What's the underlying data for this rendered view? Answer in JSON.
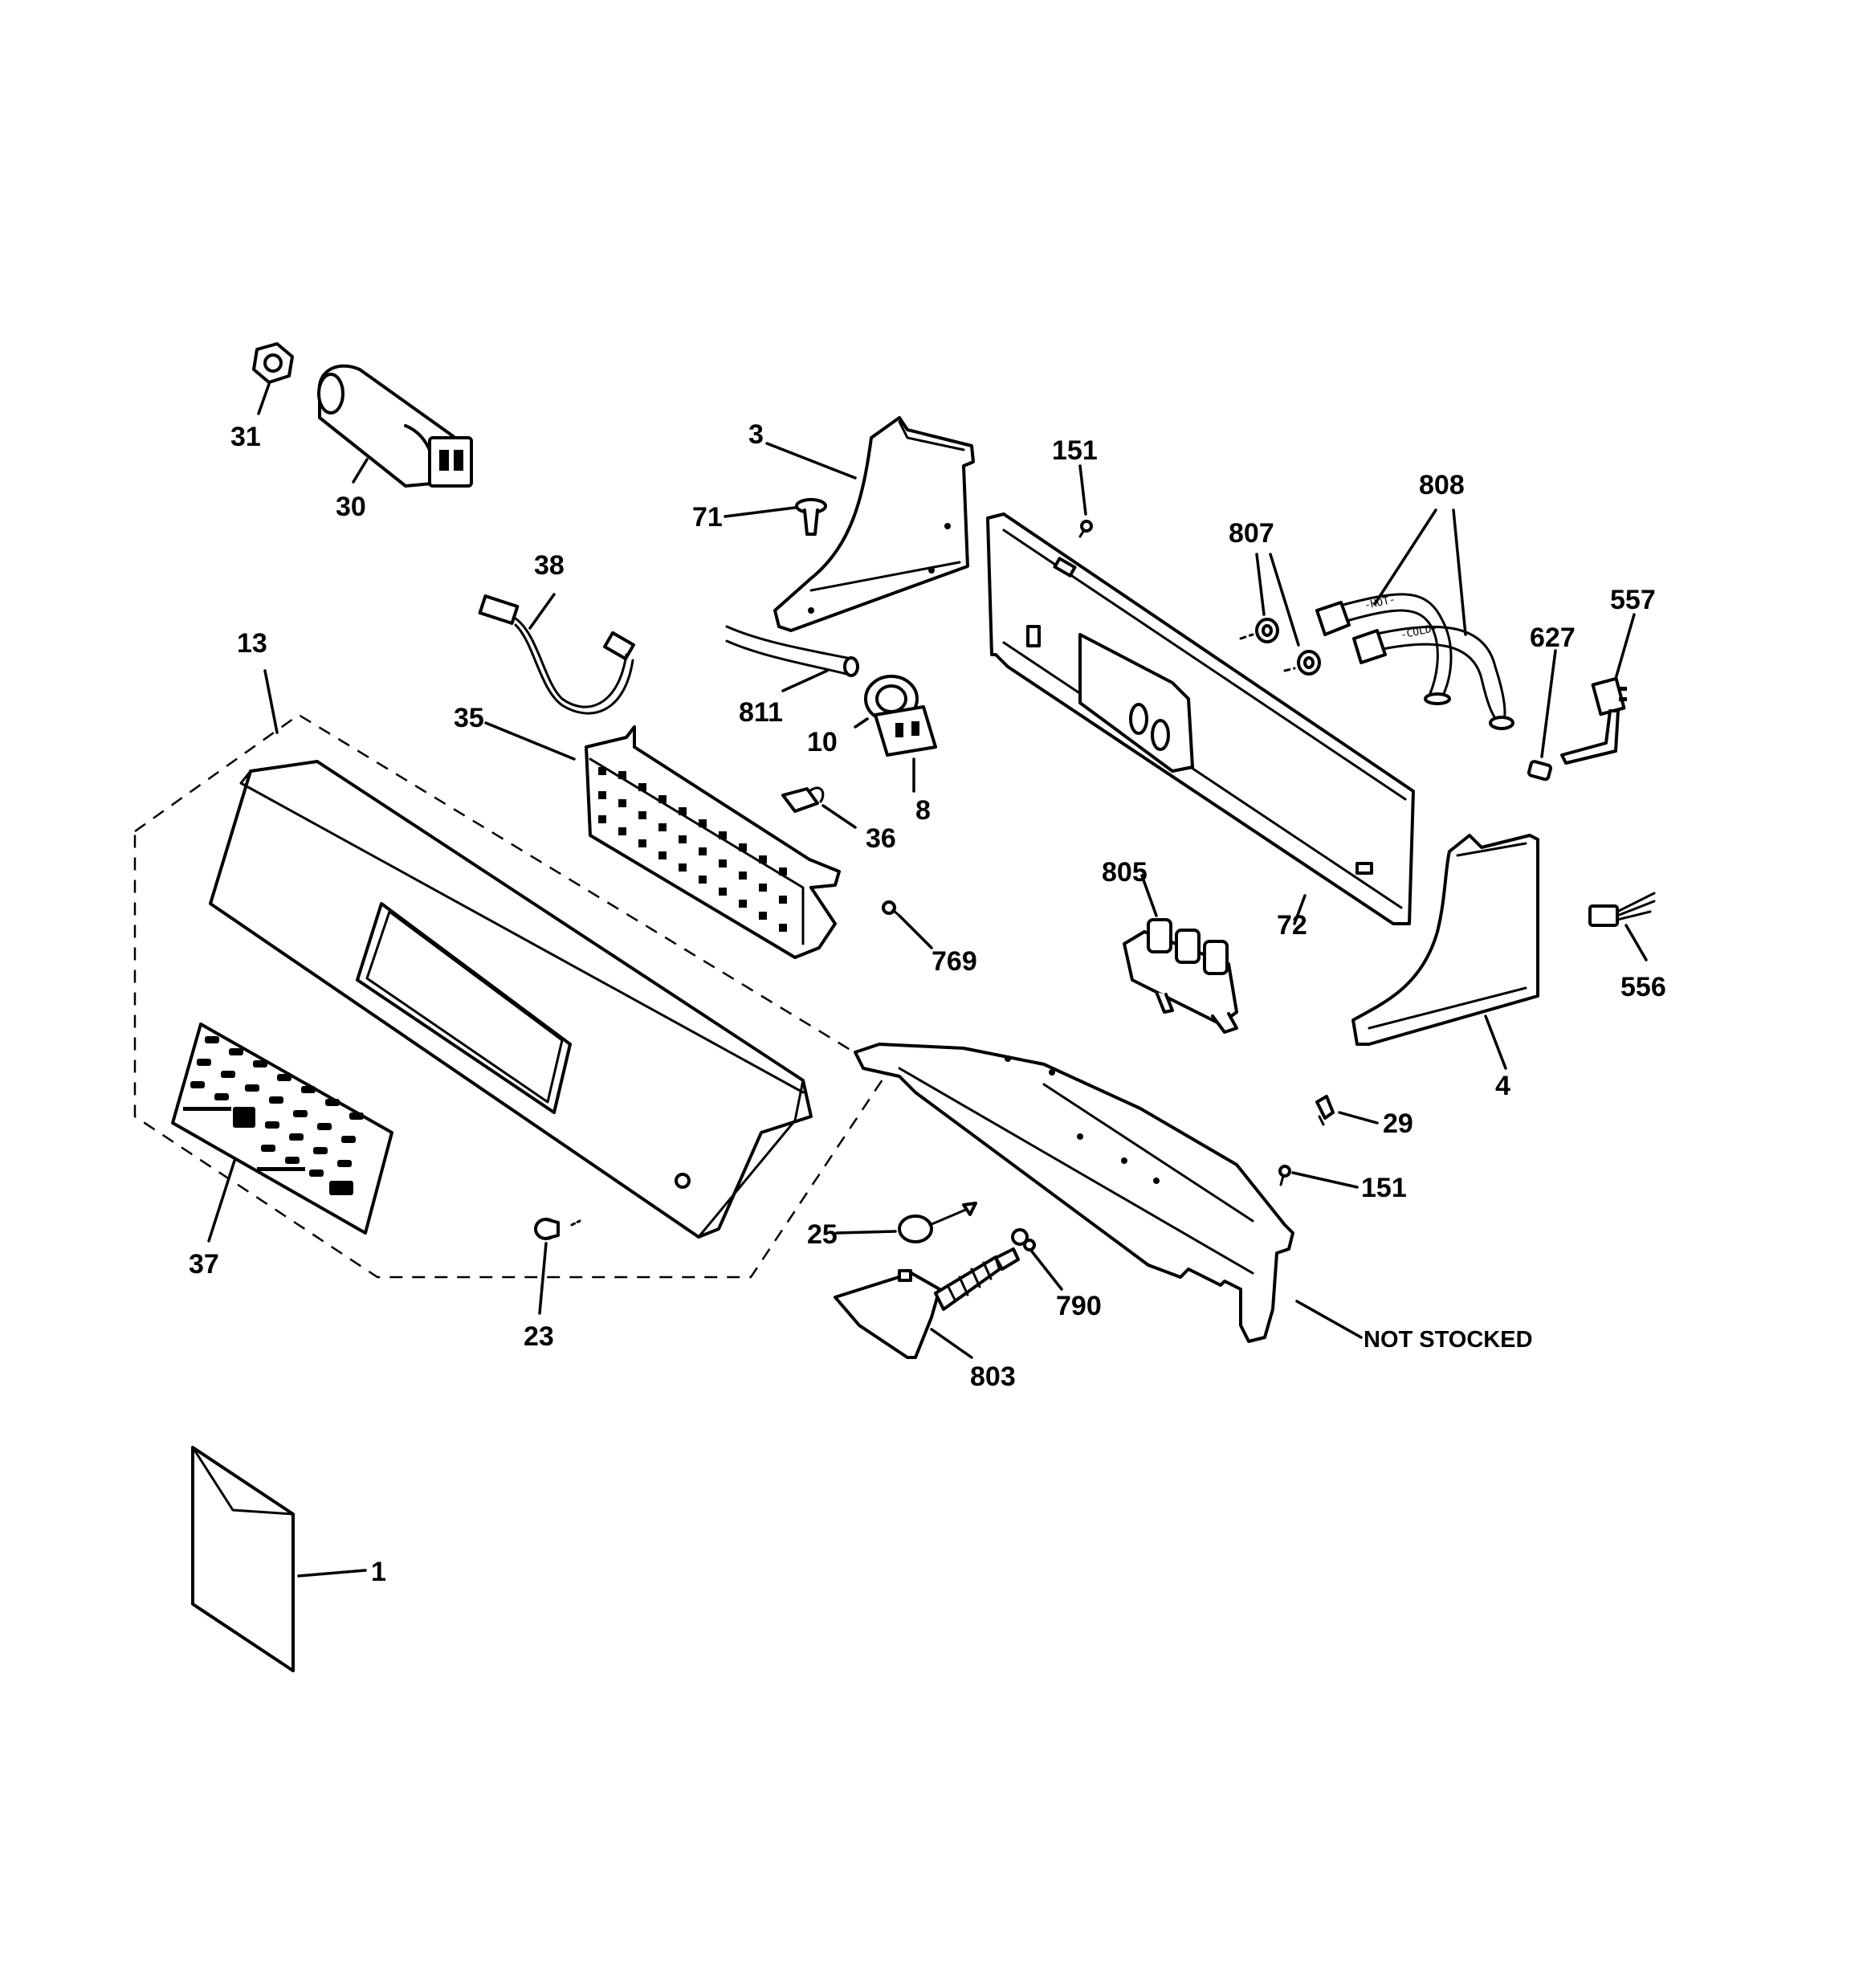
{
  "labels": {
    "p31": "31",
    "p30": "30",
    "p38": "38",
    "p13": "13",
    "p35": "35",
    "p3": "3",
    "p71": "71",
    "p811": "811",
    "p10": "10",
    "p8": "8",
    "p36": "36",
    "p769": "769",
    "p151a": "151",
    "p807": "807",
    "p808": "808",
    "p627": "627",
    "p557": "557",
    "p72": "72",
    "p805": "805",
    "p4": "4",
    "p556": "556",
    "p29": "29",
    "p151b": "151",
    "p25": "25",
    "p790": "790",
    "p803": "803",
    "p23": "23",
    "p37": "37",
    "p1": "1",
    "not_stocked": "NOT STOCKED"
  },
  "hose_marks": {
    "hot": "-HOT-",
    "cold": "-COLD-"
  }
}
